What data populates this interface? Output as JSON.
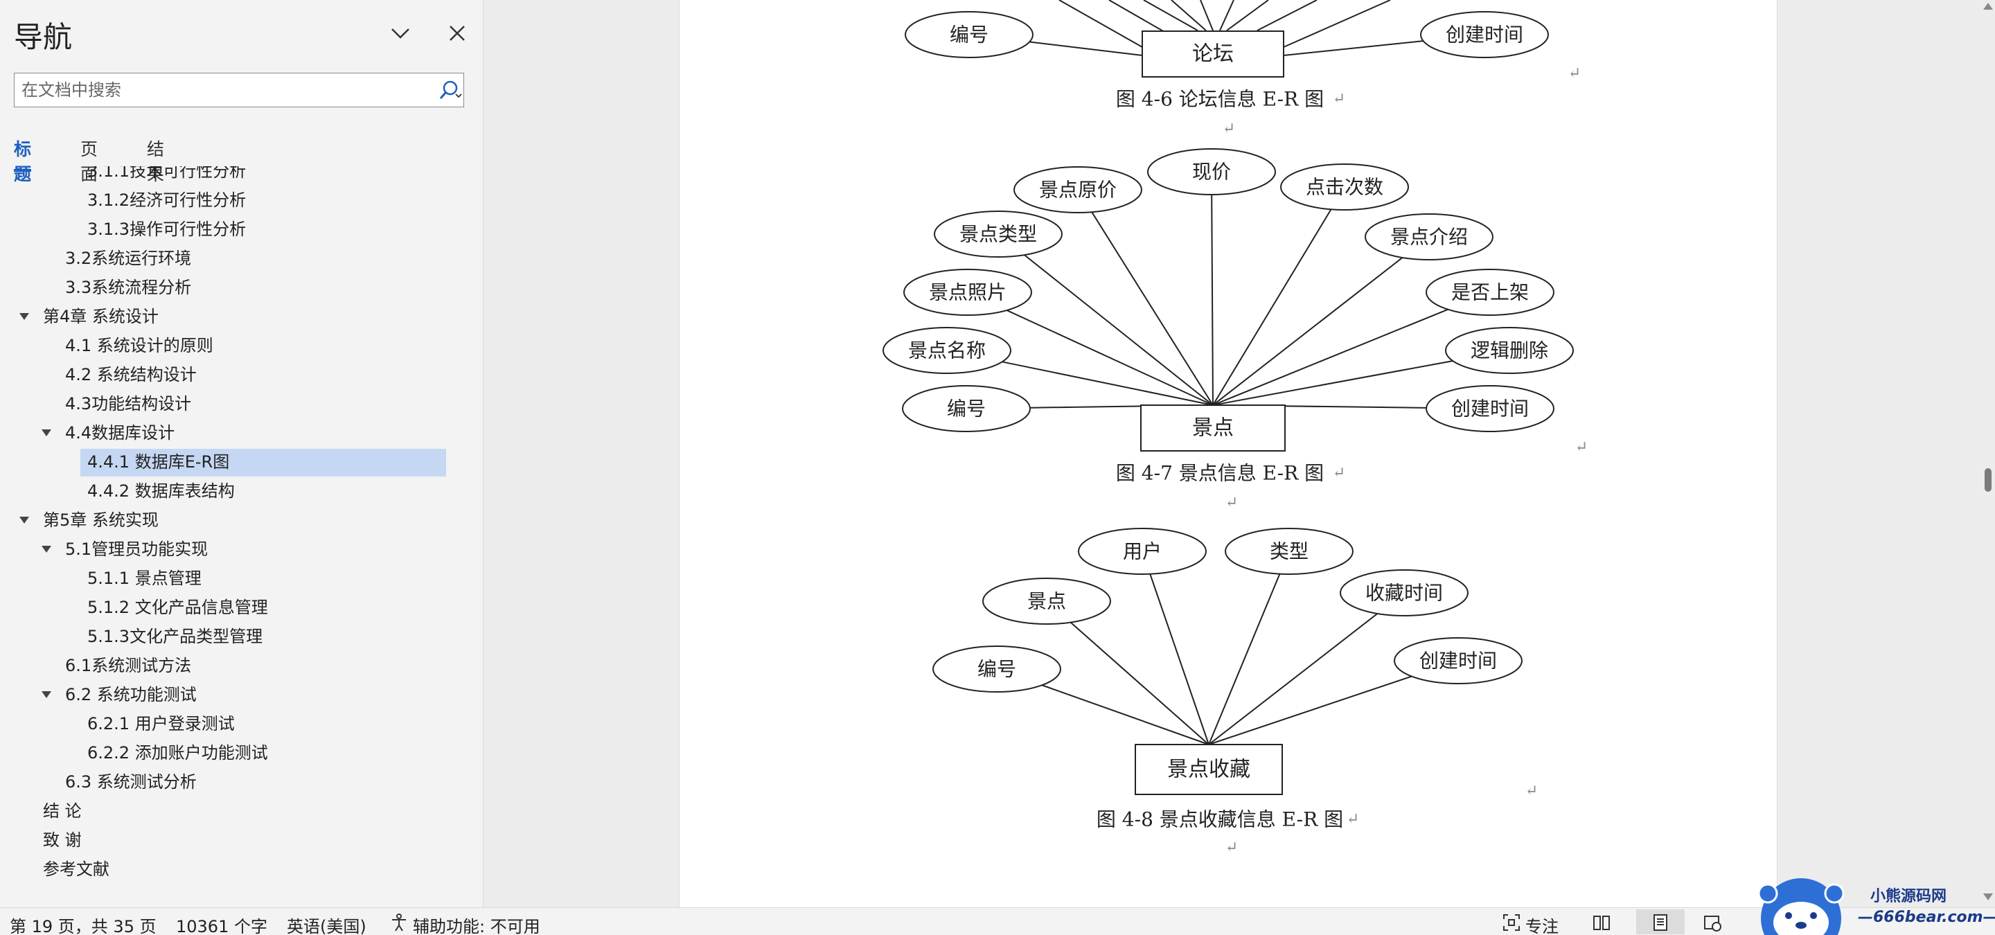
{
  "nav": {
    "title": "导航",
    "search_placeholder": "在文档中搜索",
    "tabs": [
      "标题",
      "页面",
      "结果"
    ],
    "active_tab": "标题",
    "tree": [
      {
        "label": "3.1.1技术可行性分析",
        "level": 3,
        "cut": true
      },
      {
        "label": "3.1.2经济可行性分析",
        "level": 3
      },
      {
        "label": "3.1.3操作可行性分析",
        "level": 3
      },
      {
        "label": "3.2系统运行环境",
        "level": 2
      },
      {
        "label": "3.3系统流程分析",
        "level": 2
      },
      {
        "label": "第4章 系统设计",
        "level": 1,
        "expanded": true
      },
      {
        "label": "4.1 系统设计的原则",
        "level": 2
      },
      {
        "label": "4.2 系统结构设计",
        "level": 2
      },
      {
        "label": "4.3功能结构设计",
        "level": 2
      },
      {
        "label": "4.4数据库设计",
        "level": 2,
        "expanded": true
      },
      {
        "label": "4.4.1 数据库E-R图",
        "level": 3,
        "selected": true
      },
      {
        "label": "4.4.2 数据库表结构",
        "level": 3
      },
      {
        "label": "第5章 系统实现",
        "level": 1,
        "expanded": true
      },
      {
        "label": "5.1管理员功能实现",
        "level": 2,
        "expanded": true
      },
      {
        "label": "5.1.1 景点管理",
        "level": 3
      },
      {
        "label": "5.1.2 文化产品信息管理",
        "level": 3
      },
      {
        "label": "5.1.3文化产品类型管理",
        "level": 3
      },
      {
        "label": "6.1系统测试方法",
        "level": 2
      },
      {
        "label": "6.2 系统功能测试",
        "level": 2,
        "expanded": true
      },
      {
        "label": "6.2.1 用户登录测试",
        "level": 3
      },
      {
        "label": "6.2.2 添加账户功能测试",
        "level": 3
      },
      {
        "label": "6.3 系统测试分析",
        "level": 2
      },
      {
        "label": "结  论",
        "level": 1
      },
      {
        "label": "致  谢",
        "level": 1
      },
      {
        "label": "参考文献",
        "level": 1
      }
    ]
  },
  "document": {
    "figures": [
      {
        "entity": "论坛",
        "caption": "图 4-6 论坛信息 E-R 图",
        "attributes": [
          "编号",
          "创建时间"
        ]
      },
      {
        "entity": "景点",
        "caption": "图 4-7 景点信息 E-R 图",
        "attributes": [
          "现价",
          "景点原价",
          "点击次数",
          "景点类型",
          "景点介绍",
          "景点照片",
          "是否上架",
          "景点名称",
          "逻辑删除",
          "编号",
          "创建时间"
        ]
      },
      {
        "entity": "景点收藏",
        "caption": "图 4-8 景点收藏信息 E-R 图",
        "attributes": [
          "用户",
          "类型",
          "景点",
          "收藏时间",
          "编号",
          "创建时间"
        ]
      }
    ],
    "para_mark": "↵"
  },
  "status": {
    "page": "第 19 页，共 35 页",
    "words": "10361 个字",
    "language": "英语(美国)",
    "accessibility": "辅助功能: 不可用",
    "focus": "专注"
  },
  "watermark": {
    "line1": "小熊源码网",
    "line2": "—666bear.com—"
  }
}
